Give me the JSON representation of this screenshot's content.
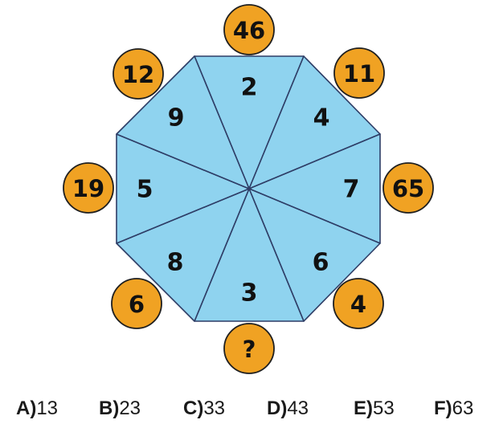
{
  "colors": {
    "segment_fill": "#8fd3ef",
    "segment_stroke": "#2e3d66",
    "circle_fill": "#f0a223",
    "circle_stroke": "#1f1f1f"
  },
  "segments": [
    "2",
    "4",
    "7",
    "6",
    "3",
    "8",
    "5",
    "9"
  ],
  "outer_circles": [
    "46",
    "11",
    "65",
    "4",
    "?",
    "6",
    "19",
    "12"
  ],
  "options": [
    {
      "letter": "A)",
      "value": "13"
    },
    {
      "letter": "B)",
      "value": "23"
    },
    {
      "letter": "C)",
      "value": "33"
    },
    {
      "letter": "D)",
      "value": "43"
    },
    {
      "letter": "E)",
      "value": "53"
    },
    {
      "letter": "F)",
      "value": "63"
    }
  ]
}
